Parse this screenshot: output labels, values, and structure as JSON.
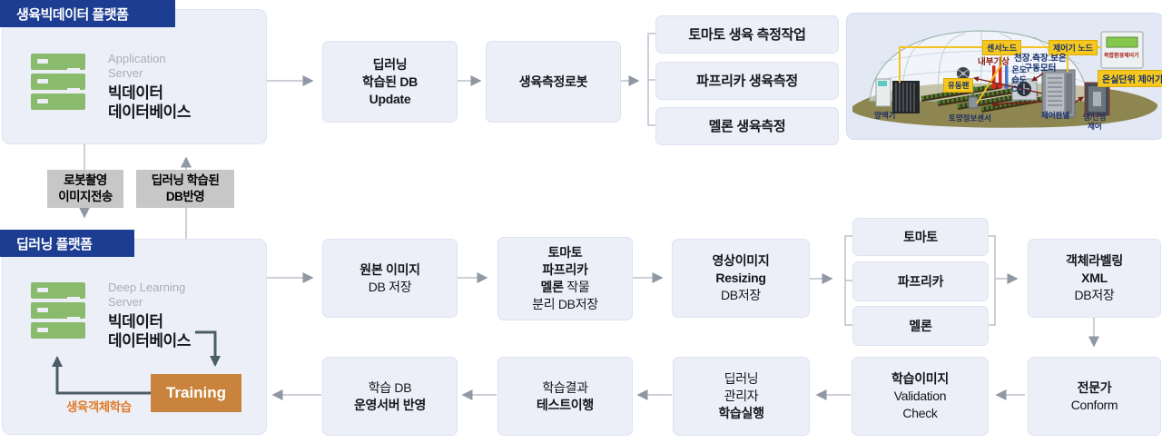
{
  "growth_platform": {
    "badge": "생육빅데이터 플랫폼",
    "server_type": [
      "Application",
      "Server"
    ],
    "server_name": [
      "빅데이터",
      "데이터베이스"
    ]
  },
  "deep_platform": {
    "badge": "딥러닝 플랫폼",
    "server_type": [
      "Deep Learning",
      "Server"
    ],
    "server_name": [
      "빅데이터",
      "데이터베이스"
    ],
    "training": "Training",
    "loop_label": "생육객체학습"
  },
  "transfer": {
    "down": [
      "로봇촬영",
      "이미지전송"
    ],
    "up": [
      "딥러닝 학습된",
      "DB반영"
    ]
  },
  "top_row": {
    "db_update": [
      "딥러닝",
      "학습된 DB",
      "Update"
    ],
    "robot": "생육측정로봇",
    "tasks": [
      "토마토 생육 측정작업",
      "파프리카 생육측정",
      "멜론 생육측정"
    ]
  },
  "mid_row": {
    "original": {
      "l1": "원본 이미지",
      "l2": "DB 저장"
    },
    "separation": {
      "l1": "토마토",
      "l2": "파프리카",
      "l3b": "멜론",
      "l3r": " 작물",
      "l4": "분리 DB저장"
    },
    "resizing": {
      "l1": "영상이미지",
      "l2": "Resizing",
      "l3": "DB저장"
    },
    "crops": [
      "토마토",
      "파프리카",
      "멜론"
    ],
    "labeling": {
      "l1": "객체라벨링",
      "l2": "XML",
      "l3": "DB저장"
    }
  },
  "bottom_row": {
    "expert": {
      "l1": "전문가",
      "l2": "Conform"
    },
    "validation": {
      "l1": "학습이미지",
      "l2": "Validation",
      "l3": "Check"
    },
    "train_exec": {
      "l1": "딥러닝",
      "l2": "관리자",
      "l3": "학습실행"
    },
    "test": {
      "l1": "학습결과",
      "l2": "테스트이행"
    },
    "deploy": {
      "l1": "학습 DB",
      "l2": "운영서버 반영"
    }
  },
  "greenhouse": {
    "sensor_node": "센서노드",
    "controller_node": "제어기 노드",
    "unit_controller": "온실단위 제어기",
    "device_tag": "복합환경제어기",
    "indoor_weather": "내부기상",
    "motor": [
      "천장.측장.보온",
      "구동모터"
    ],
    "env": [
      "온도",
      "습도",
      "CO₂"
    ],
    "fan": "유동팬",
    "nutrient": "양액기",
    "soil_sensor": "토양정보센서",
    "control_panel": "제어판넬",
    "hvac": [
      "냉/난방",
      "제어"
    ]
  },
  "colors": {
    "badge_navy": "#1c3d91",
    "box_fill": "#edeff8",
    "box_border": "#dde2f1",
    "arrow_gray": "#9098a4",
    "training_orange": "#c9833c",
    "loop_slate": "#4d5d67",
    "server_green": "#8aba6c",
    "label_yellow": "#f6c81e",
    "transfer_gray": "#c7c7c7"
  }
}
